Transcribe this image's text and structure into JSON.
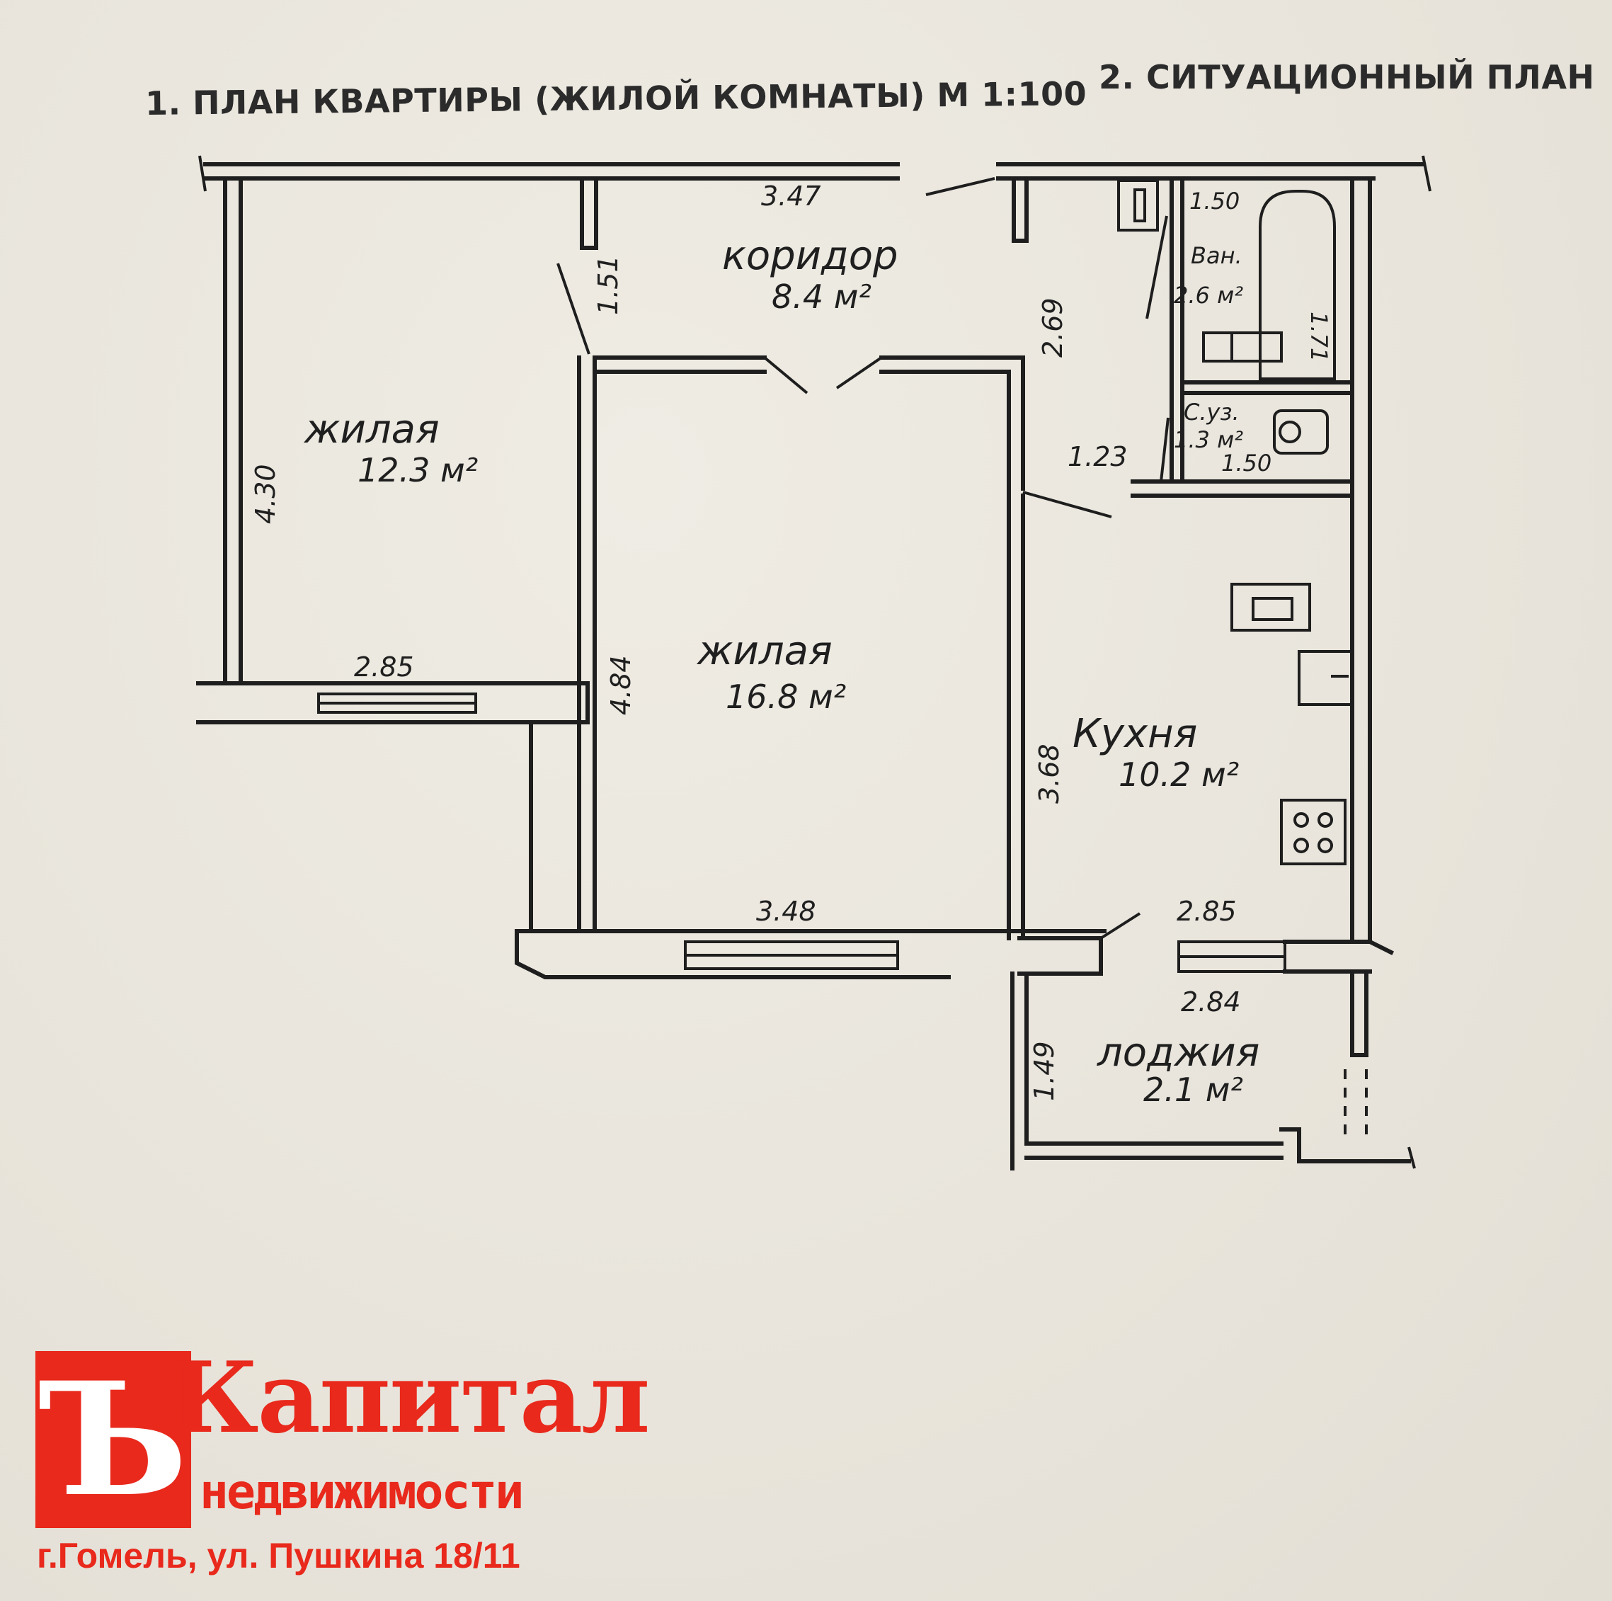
{
  "headings": {
    "plan": "1. ПЛАН КВАРТИРЫ (ЖИЛОЙ КОМНАТЫ) М 1:100",
    "situation": "2. СИТУАЦИОННЫЙ ПЛАН"
  },
  "rooms": {
    "corridor": {
      "name": "коридор",
      "area": "8.4 м²"
    },
    "living_small": {
      "name": "жилая",
      "area": "12.3 м²"
    },
    "living_large": {
      "name": "жилая",
      "area": "16.8 м²"
    },
    "kitchen": {
      "name": "Кухня",
      "area": "10.2 м²"
    },
    "bath": {
      "name": "Ван.",
      "area": "2.6 м²"
    },
    "wc": {
      "name": "С.уз.",
      "area": "1.3 м²"
    },
    "loggia": {
      "name": "лоджия",
      "area": "2.1 м²"
    }
  },
  "dimensions": {
    "corridor_len": "3.47",
    "corridor_w": "1.51",
    "hall_h": "2.69",
    "bath_w": "1.50",
    "bath_h": "1.71",
    "wc_w": "1.50",
    "hall_door": "1.23",
    "room1_h": "4.30",
    "room1_w": "2.85",
    "room2_h": "4.84",
    "room2_w": "3.48",
    "kitchen_h": "3.68",
    "kitchen_w": "2.85",
    "loggia_w": "2.84",
    "loggia_h": "1.49"
  },
  "logo": {
    "glyph": "Ъ",
    "name": "Капитал",
    "subtitle": "недвижимости",
    "address": "г.Гомель, ул. Пушкина 18/11",
    "color": "#e8291c"
  }
}
